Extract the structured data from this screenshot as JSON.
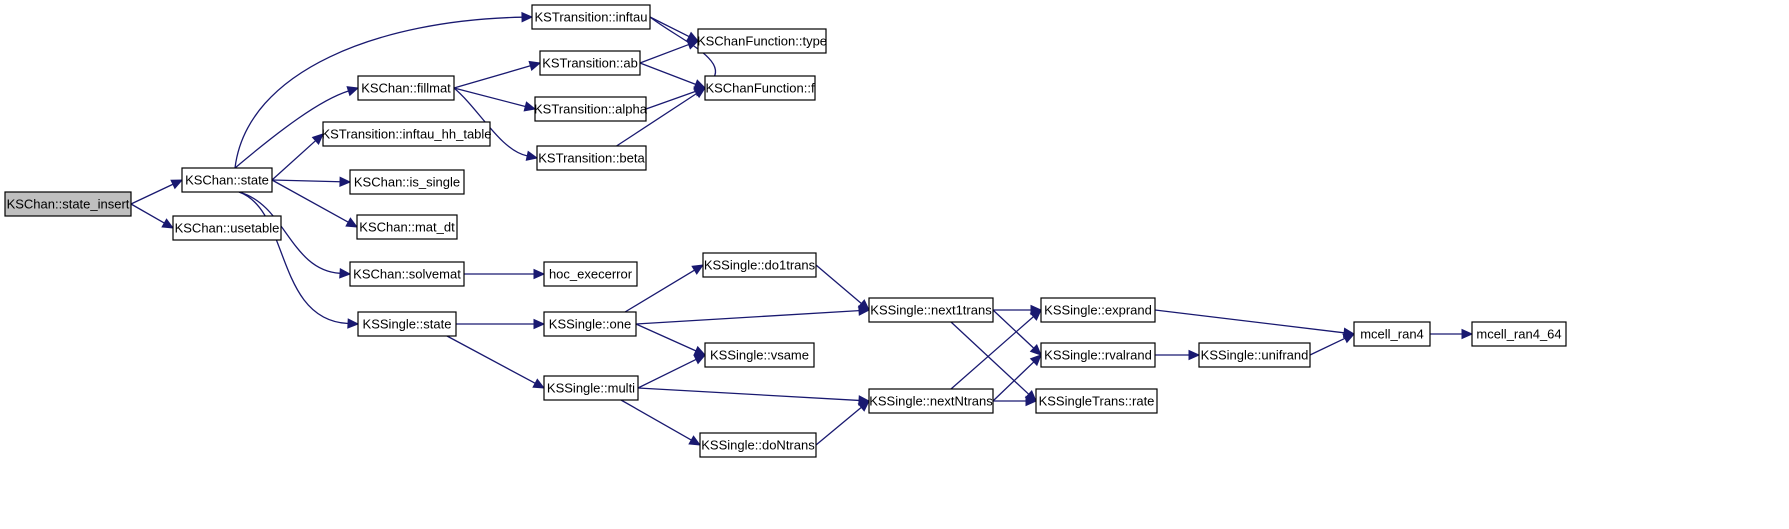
{
  "colors": {
    "edge": "#191970",
    "node_fill": "#ffffff",
    "root_fill": "#bfbfbf",
    "border": "#000000"
  },
  "nodes": [
    {
      "id": "state_insert",
      "label": "KSChan::state_insert",
      "root": true
    },
    {
      "id": "kschan_state",
      "label": "KSChan::state"
    },
    {
      "id": "usetable",
      "label": "KSChan::usetable"
    },
    {
      "id": "inftau",
      "label": "KSTransition::inftau"
    },
    {
      "id": "fillmat",
      "label": "KSChan::fillmat"
    },
    {
      "id": "inftau_hh",
      "label": "KSTransition::inftau_hh_table"
    },
    {
      "id": "is_single",
      "label": "KSChan::is_single"
    },
    {
      "id": "mat_dt",
      "label": "KSChan::mat_dt"
    },
    {
      "id": "solvemat",
      "label": "KSChan::solvemat"
    },
    {
      "id": "kssingle_state",
      "label": "KSSingle::state"
    },
    {
      "id": "ab",
      "label": "KSTransition::ab"
    },
    {
      "id": "alpha",
      "label": "KSTransition::alpha"
    },
    {
      "id": "beta",
      "label": "KSTransition::beta"
    },
    {
      "id": "type",
      "label": "KSChanFunction::type"
    },
    {
      "id": "f",
      "label": "KSChanFunction::f"
    },
    {
      "id": "hoc_execerror",
      "label": "hoc_execerror"
    },
    {
      "id": "one",
      "label": "KSSingle::one"
    },
    {
      "id": "multi",
      "label": "KSSingle::multi"
    },
    {
      "id": "do1trans",
      "label": "KSSingle::do1trans"
    },
    {
      "id": "vsame",
      "label": "KSSingle::vsame"
    },
    {
      "id": "doNtrans",
      "label": "KSSingle::doNtrans"
    },
    {
      "id": "next1trans",
      "label": "KSSingle::next1trans"
    },
    {
      "id": "nextNtrans",
      "label": "KSSingle::nextNtrans"
    },
    {
      "id": "exprand",
      "label": "KSSingle::exprand"
    },
    {
      "id": "rvalrand",
      "label": "KSSingle::rvalrand"
    },
    {
      "id": "rate",
      "label": "KSSingleTrans::rate"
    },
    {
      "id": "unifrand",
      "label": "KSSingle::unifrand"
    },
    {
      "id": "mcell_ran4",
      "label": "mcell_ran4"
    },
    {
      "id": "mcell_ran4_64",
      "label": "mcell_ran4_64"
    }
  ],
  "edges": [
    {
      "from": "state_insert",
      "to": "kschan_state"
    },
    {
      "from": "state_insert",
      "to": "usetable"
    },
    {
      "from": "kschan_state",
      "to": "inftau"
    },
    {
      "from": "kschan_state",
      "to": "fillmat"
    },
    {
      "from": "kschan_state",
      "to": "inftau_hh"
    },
    {
      "from": "kschan_state",
      "to": "is_single"
    },
    {
      "from": "kschan_state",
      "to": "mat_dt"
    },
    {
      "from": "kschan_state",
      "to": "solvemat"
    },
    {
      "from": "kschan_state",
      "to": "kssingle_state"
    },
    {
      "from": "inftau",
      "to": "type"
    },
    {
      "from": "inftau",
      "to": "f"
    },
    {
      "from": "fillmat",
      "to": "ab"
    },
    {
      "from": "fillmat",
      "to": "alpha"
    },
    {
      "from": "fillmat",
      "to": "beta"
    },
    {
      "from": "ab",
      "to": "type"
    },
    {
      "from": "ab",
      "to": "f"
    },
    {
      "from": "alpha",
      "to": "f"
    },
    {
      "from": "beta",
      "to": "f"
    },
    {
      "from": "solvemat",
      "to": "hoc_execerror"
    },
    {
      "from": "kssingle_state",
      "to": "one"
    },
    {
      "from": "kssingle_state",
      "to": "multi"
    },
    {
      "from": "one",
      "to": "do1trans"
    },
    {
      "from": "one",
      "to": "next1trans"
    },
    {
      "from": "one",
      "to": "vsame"
    },
    {
      "from": "multi",
      "to": "vsame"
    },
    {
      "from": "multi",
      "to": "nextNtrans"
    },
    {
      "from": "multi",
      "to": "doNtrans"
    },
    {
      "from": "do1trans",
      "to": "next1trans"
    },
    {
      "from": "doNtrans",
      "to": "nextNtrans"
    },
    {
      "from": "next1trans",
      "to": "exprand"
    },
    {
      "from": "next1trans",
      "to": "rvalrand"
    },
    {
      "from": "next1trans",
      "to": "rate"
    },
    {
      "from": "nextNtrans",
      "to": "exprand"
    },
    {
      "from": "nextNtrans",
      "to": "rvalrand"
    },
    {
      "from": "nextNtrans",
      "to": "rate"
    },
    {
      "from": "exprand",
      "to": "mcell_ran4"
    },
    {
      "from": "rvalrand",
      "to": "unifrand"
    },
    {
      "from": "unifrand",
      "to": "mcell_ran4"
    },
    {
      "from": "mcell_ran4",
      "to": "mcell_ran4_64"
    }
  ]
}
